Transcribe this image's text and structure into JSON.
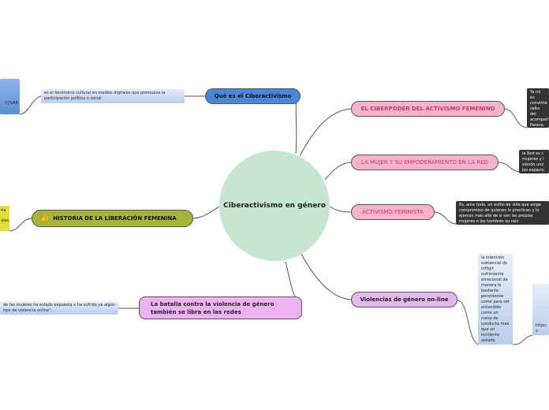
{
  "center": {
    "label": "Ciberactivismo en género"
  },
  "branches": {
    "que_es": {
      "label": "Qué es el Ciberactivismo",
      "note": "es el fenómeno cultural en medios digitales que promueve la participación política o social"
    },
    "historia": {
      "label": "HISTORIA DE LA LIBERACIÓN FEMENINA",
      "icon": "thumbs-up-icon"
    },
    "batalla": {
      "label": "La batalla contra la violencia de género también se libra en las redes",
      "note": "de las mujeres ha estado expuesta o ha sufrido ya algún tipo de violencia online\"."
    },
    "ciberpoder": {
      "label": "EL CIBERPODER DEL ACTIVISMO FEMENINO",
      "note": "Ya no es convirtie salto del acompañ Parece, s tecnológ cercano,"
    },
    "empoderamiento": {
      "label": "LA MUJER Y SU EMPODERAMIENTO EN LA RED",
      "note": "la Red es c mujeres y l siendo uno los espacio"
    },
    "activismo": {
      "label": "ACTIVISMO FEMINISTA",
      "note": "Es, ante todo, un estilo de vida que exige compromiso de quienes lo practican y lo ejercen más allá de si son las propias mujeres o los hombres su raíz"
    },
    "violencias": {
      "label": "Violencias de género on-line",
      "note": "la intención sustancial de infligir sufrimiento emocional de manera lo bastante persistente como para ser entendido como un curso de conducta mas que un incidente aislado",
      "note2": "https: s-soci"
    }
  },
  "left_fragments": {
    "blue_tail": "C)%AB",
    "yellow_line1": "ria",
    "yellow_line2": "ales"
  },
  "colors": {
    "center": "#c6e6cf",
    "blue": "#4a86d8",
    "pink": "#f8b3cc",
    "olive": "#a6b43a",
    "violet": "#eeb2f3",
    "lavender": "#e3b8ee"
  }
}
